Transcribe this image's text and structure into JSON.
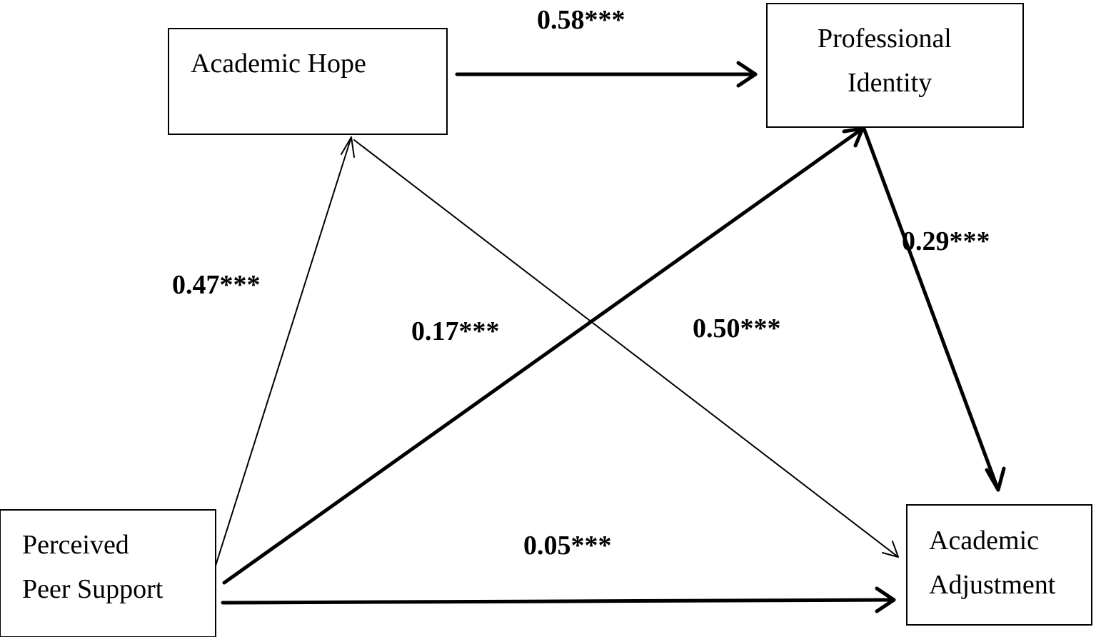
{
  "nodes": {
    "academic_hope": {
      "line1": "Academic Hope"
    },
    "professional_identity": {
      "line1": "Professional",
      "line2": "Identity"
    },
    "perceived_peer_support": {
      "line1": "Perceived",
      "line2": "Peer Support"
    },
    "academic_adjustment": {
      "line1": "Academic",
      "line2": "Adjustment"
    }
  },
  "paths": {
    "hope_to_identity": "0.58***",
    "support_to_hope": "0.47***",
    "support_to_identity": "0.17***",
    "hope_to_adjustment": "0.50***",
    "identity_to_adjustment": "0.29***",
    "support_to_adjustment": "0.05***"
  }
}
